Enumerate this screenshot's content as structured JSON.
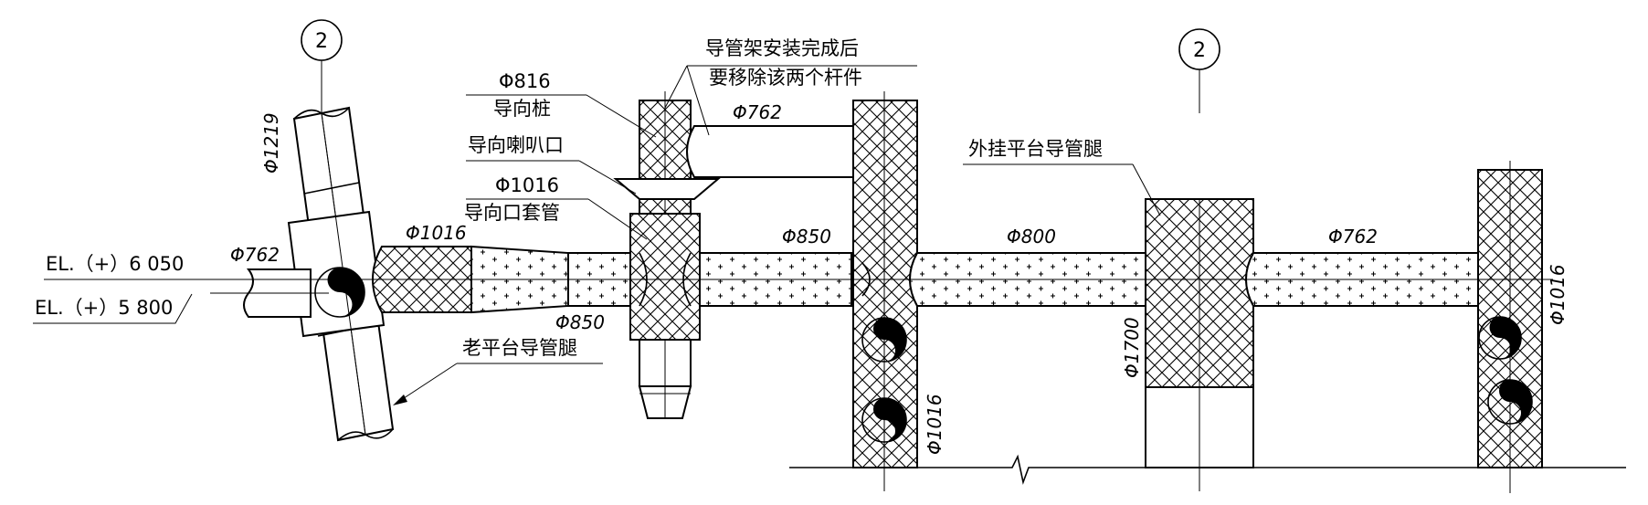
{
  "title": "",
  "labels": {
    "circle_left": "2",
    "circle_right": "2",
    "phi816": "Φ816",
    "guide_pile": "导向桩",
    "guide_bell": "导向喇叭口",
    "phi1016_sleeve": "Φ1016",
    "guide_sleeve": "导向口套管",
    "remove_note_1": "导管架安装完成后",
    "remove_note_2": "要移除该两个杆件",
    "external_leg": "外挂平台导管腿",
    "old_leg": "老平台导管腿",
    "el_upper": "EL.（+）6  050",
    "el_lower": "EL.（+）5  800"
  },
  "dims": {
    "phi1219": "Φ1219",
    "phi762_left": "Φ762",
    "phi1016_cone": "Φ1016",
    "phi850_low": "Φ850",
    "phi762_top": "Φ762",
    "phi850_mid": "Φ850",
    "phi800": "Φ800",
    "phi762_right": "Φ762",
    "phi1016_mid": "Φ1016",
    "phi1700": "Φ1700",
    "phi1016_right": "Φ1016"
  }
}
